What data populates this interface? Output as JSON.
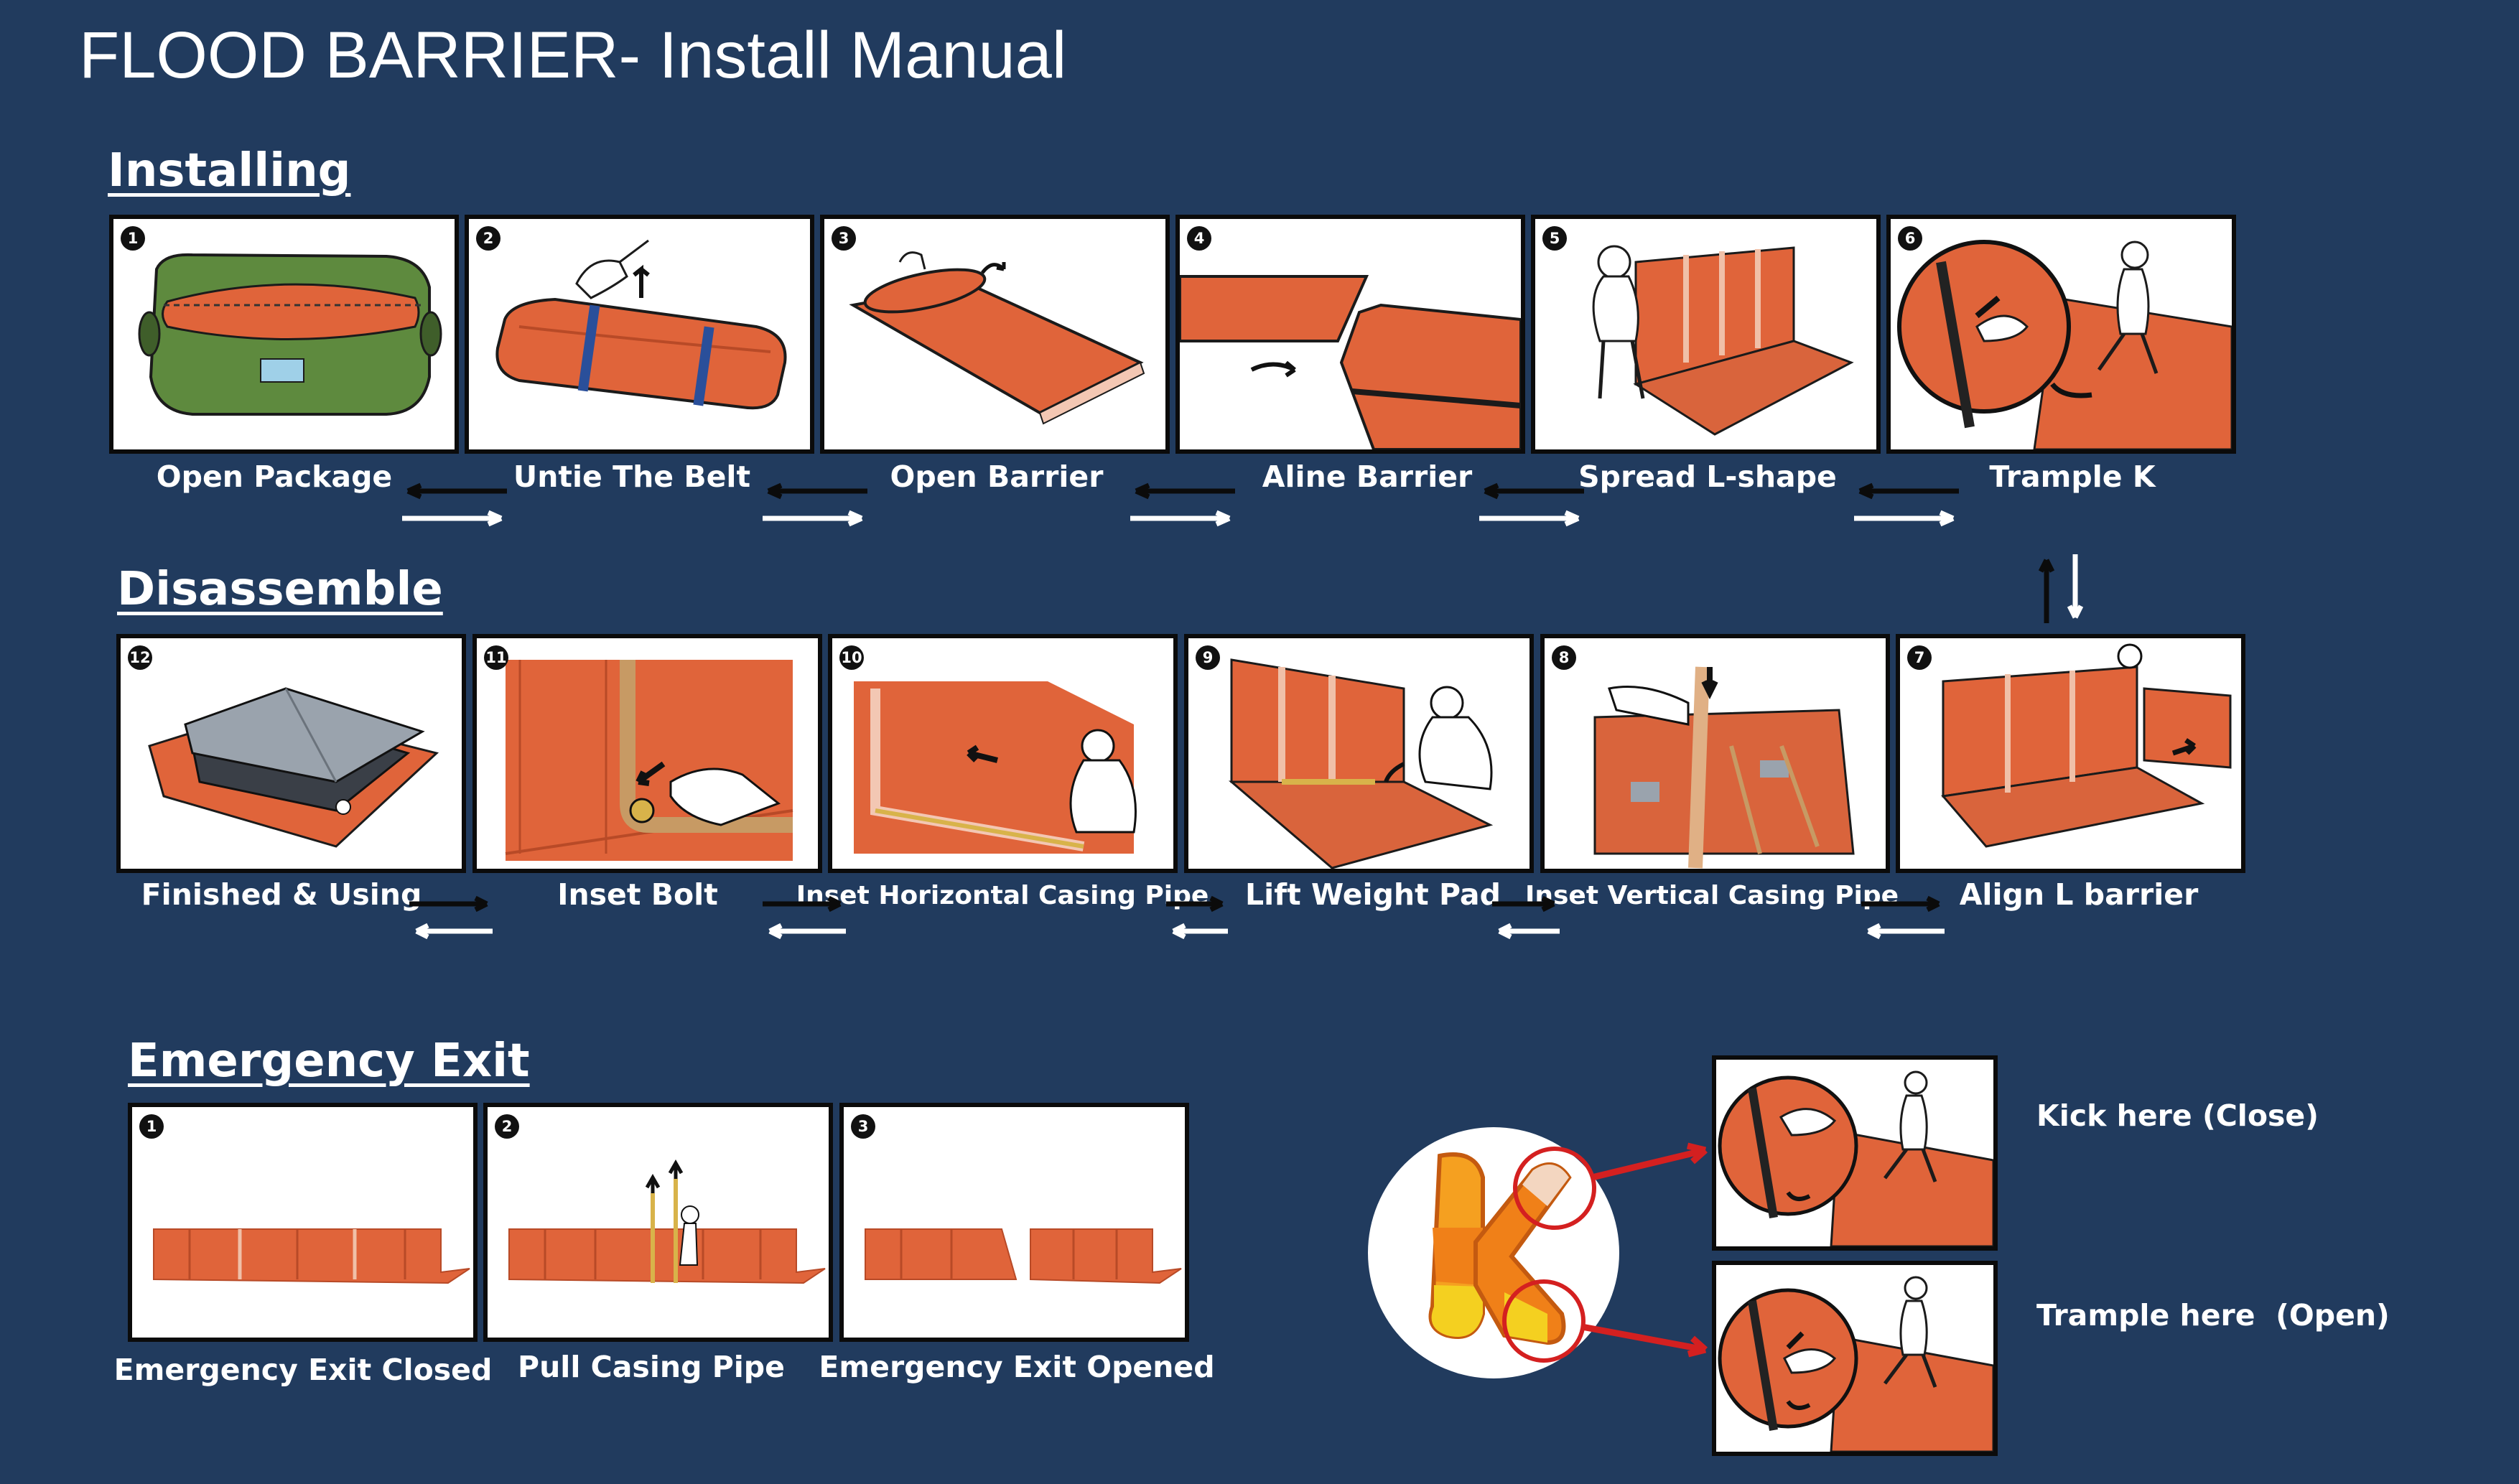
{
  "title": "FLOOD BARRIER- Install Manual",
  "colors": {
    "background": "#213b5e",
    "barrier": "#e0643a",
    "barrier_dark": "#b84a27",
    "package": "#5e8a3e",
    "arrow_black": "#0b0b0b",
    "arrow_white": "#ffffff",
    "callout_red": "#d42020"
  },
  "sections": {
    "installing": {
      "heading": "Installing",
      "steps": [
        {
          "num": "1",
          "label": "Open Package",
          "icon": "green-package-icon"
        },
        {
          "num": "2",
          "label": "Untie The Belt",
          "icon": "rolled-barrier-belt-icon"
        },
        {
          "num": "3",
          "label": "Open Barrier",
          "icon": "unroll-barrier-icon"
        },
        {
          "num": "4",
          "label": "Aline Barrier",
          "icon": "align-barrier-icon"
        },
        {
          "num": "5",
          "label": "Spread L-shape",
          "icon": "spread-l-shape-icon"
        },
        {
          "num": "6",
          "label": "Trample K",
          "icon": "trample-k-icon"
        }
      ]
    },
    "disassemble": {
      "heading": "Disassemble",
      "steps": [
        {
          "num": "12",
          "label": "Finished & Using",
          "icon": "house-protected-icon"
        },
        {
          "num": "11",
          "label": "Inset Bolt",
          "icon": "inset-bolt-icon"
        },
        {
          "num": "10",
          "label": "Inset Horizontal Casing Pipe",
          "icon": "horizontal-pipe-icon"
        },
        {
          "num": "9",
          "label": "Lift Weight Pad",
          "icon": "weight-pad-icon"
        },
        {
          "num": "8",
          "label": "Inset Vertical Casing Pipe",
          "icon": "vertical-pipe-icon"
        },
        {
          "num": "7",
          "label": "Align L barrier",
          "icon": "align-l-barrier-icon"
        }
      ]
    },
    "emergency": {
      "heading": "Emergency Exit",
      "steps": [
        {
          "num": "1",
          "label": "Emergency Exit Closed",
          "icon": "barrier-closed-icon"
        },
        {
          "num": "2",
          "label": "Pull Casing Pipe",
          "icon": "pull-pipe-icon"
        },
        {
          "num": "3",
          "label": "Emergency Exit Opened",
          "icon": "barrier-opened-icon"
        }
      ],
      "callouts": [
        {
          "label": "Kick here (Close)",
          "icon": "kick-close-icon"
        },
        {
          "label": "Trample here  (Open)",
          "icon": "trample-open-icon"
        }
      ],
      "k_icon": "k-letter-icon"
    }
  }
}
